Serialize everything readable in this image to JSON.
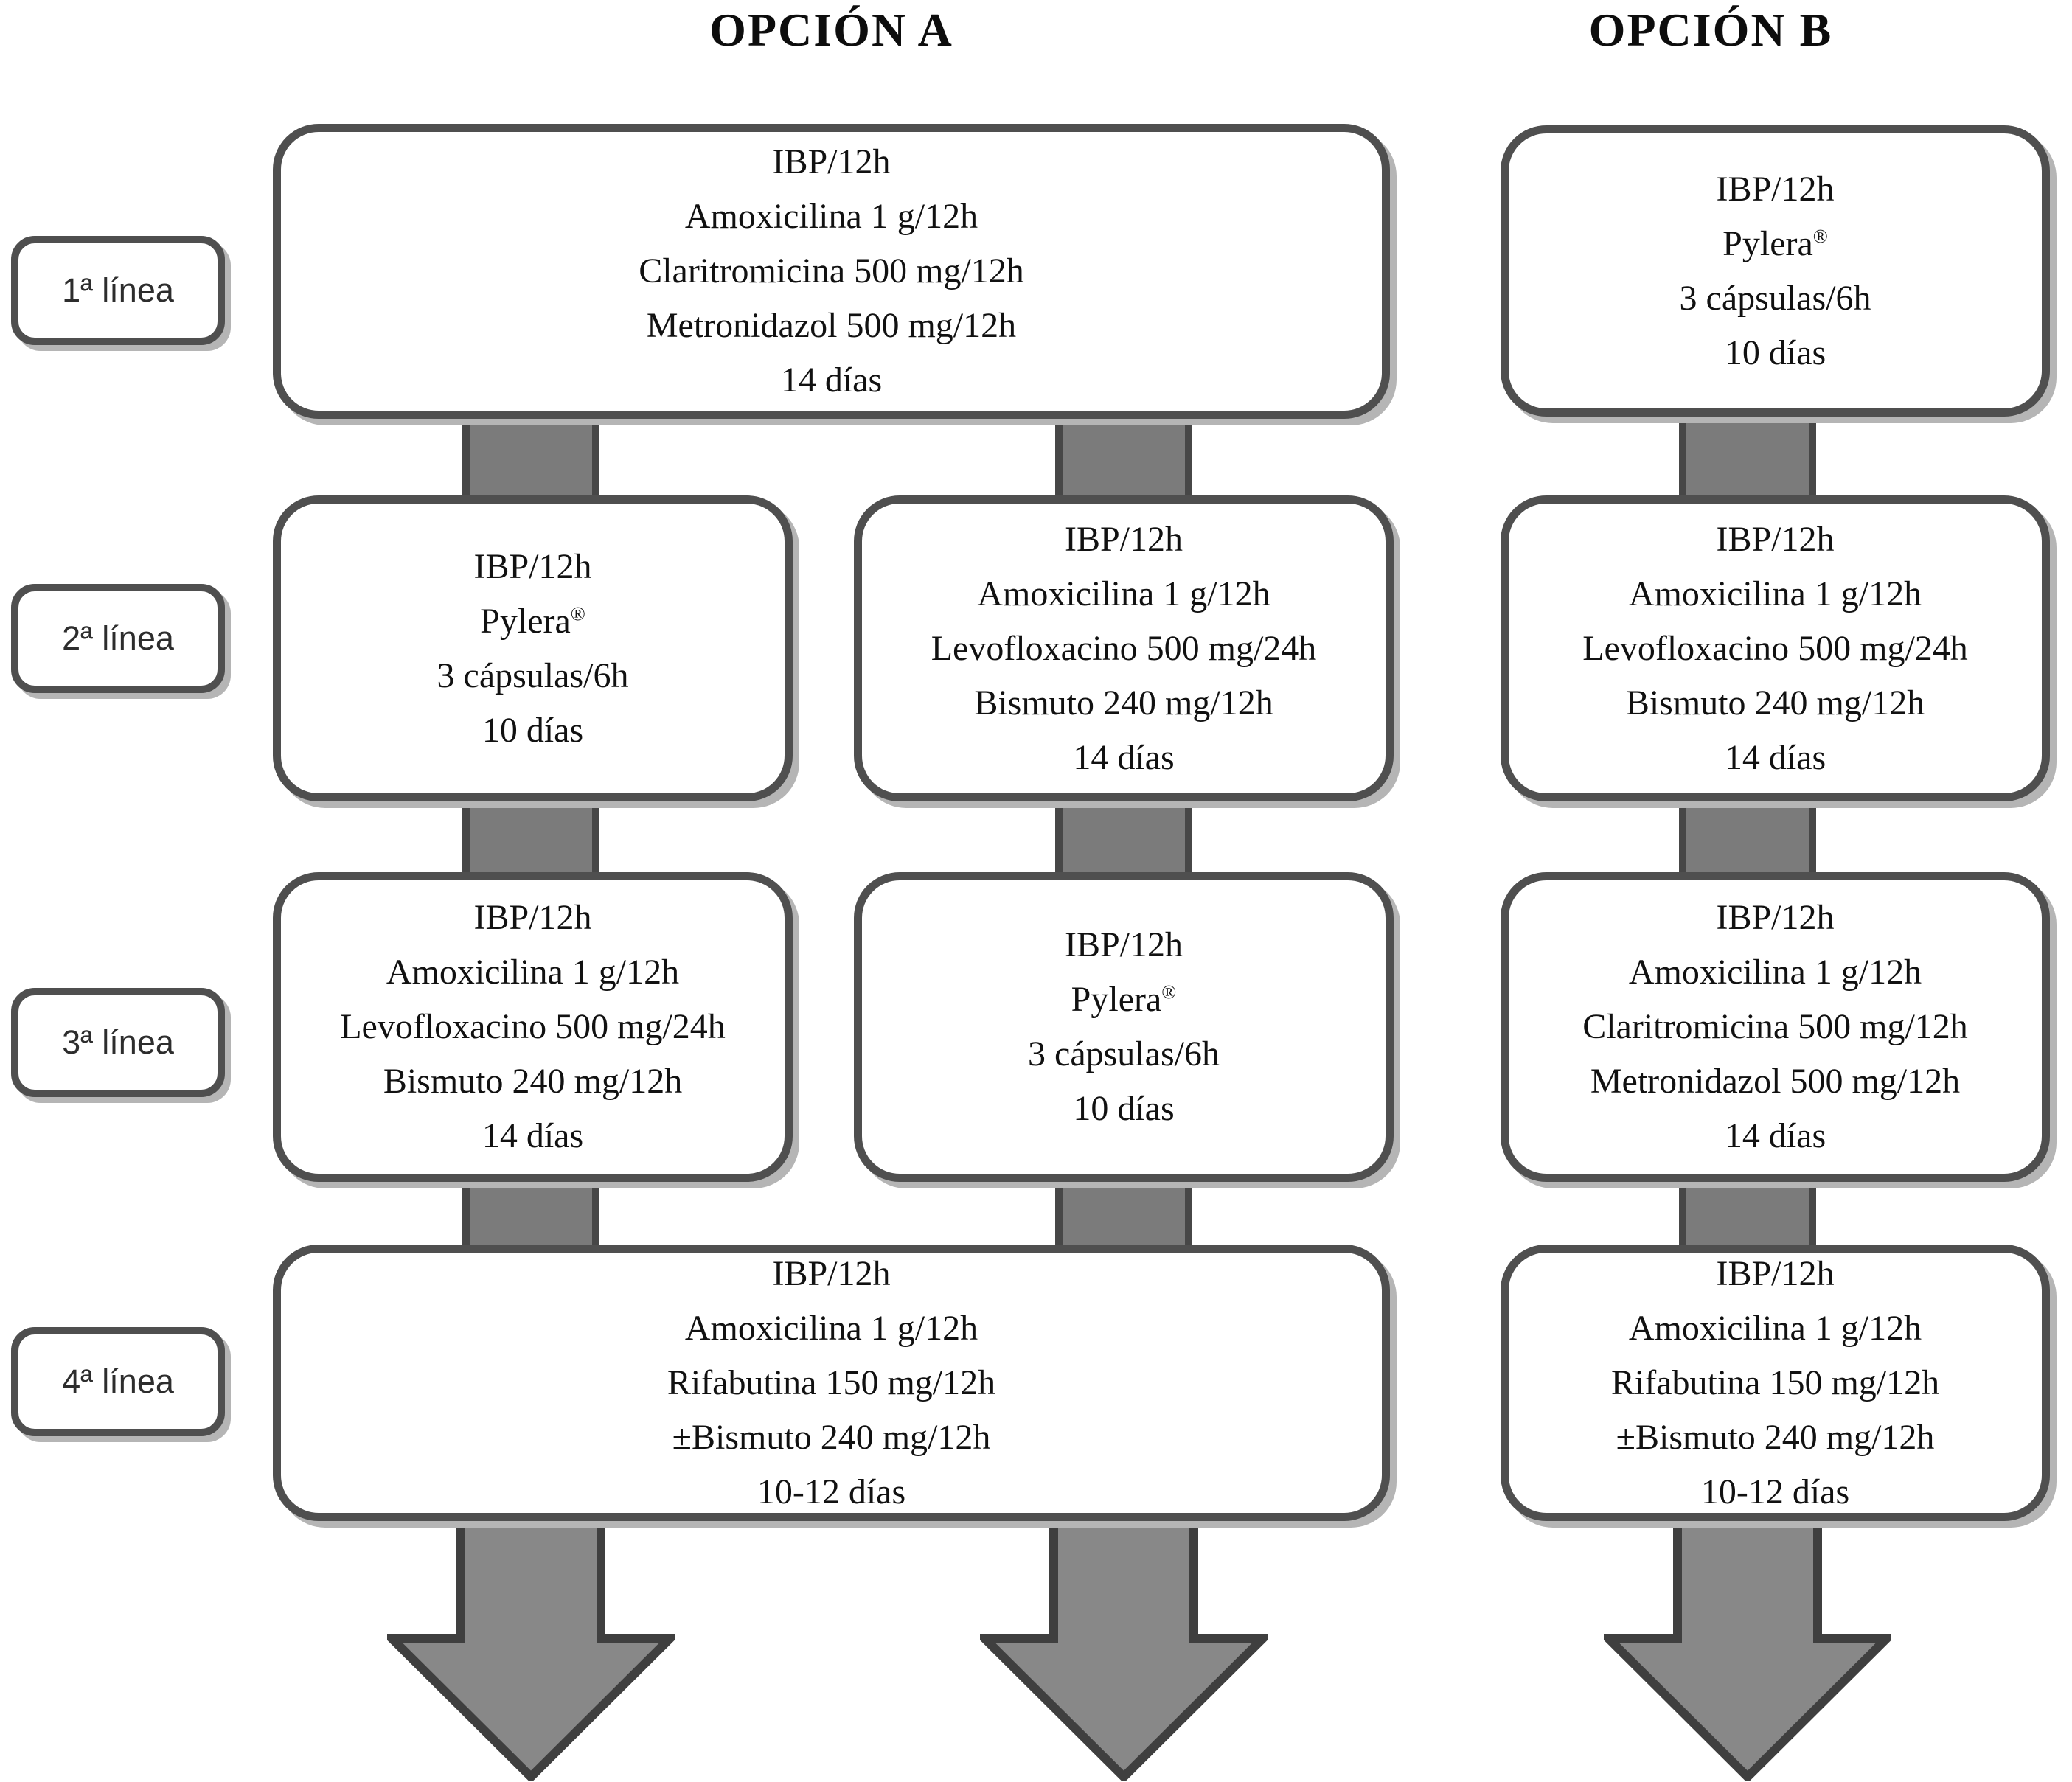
{
  "headers": {
    "option_a": "OPCIÓN A",
    "option_b": "OPCIÓN B"
  },
  "row_labels": [
    "1ª línea",
    "2ª línea",
    "3ª línea",
    "4ª línea"
  ],
  "option_a": {
    "row1": {
      "lines": [
        "IBP/12h",
        "Amoxicilina 1 g/12h",
        "Claritromicina 500 mg/12h",
        "Metronidazol 500 mg/12h",
        "14 días"
      ]
    },
    "row2_left": {
      "lines": [
        "IBP/12h",
        "Pylera®",
        "3 cápsulas/6h",
        "10 días"
      ]
    },
    "row2_center": {
      "lines": [
        "IBP/12h",
        "Amoxicilina 1 g/12h",
        "Levofloxacino 500 mg/24h",
        "Bismuto 240 mg/12h",
        "14 días"
      ]
    },
    "row3_left": {
      "lines": [
        "IBP/12h",
        "Amoxicilina 1 g/12h",
        "Levofloxacino 500 mg/24h",
        "Bismuto 240 mg/12h",
        "14 días"
      ]
    },
    "row3_center": {
      "lines": [
        "IBP/12h",
        "Pylera®",
        "3 cápsulas/6h",
        "10 días"
      ]
    },
    "row4": {
      "lines": [
        "IBP/12h",
        "Amoxicilina 1 g/12h",
        "Rifabutina 150 mg/12h",
        "±Bismuto 240 mg/12h",
        "10-12 días"
      ]
    }
  },
  "option_b": {
    "row1": {
      "lines": [
        "IBP/12h",
        "Pylera®",
        "3 cápsulas/6h",
        "10 días"
      ]
    },
    "row2": {
      "lines": [
        "IBP/12h",
        "Amoxicilina 1 g/12h",
        "Levofloxacino 500 mg/24h",
        "Bismuto 240 mg/12h",
        "14 días"
      ]
    },
    "row3": {
      "lines": [
        "IBP/12h",
        "Amoxicilina 1 g/12h",
        "Claritromicina 500 mg/12h",
        "Metronidazol 500 mg/12h",
        "14 días"
      ]
    },
    "row4": {
      "lines": [
        "IBP/12h",
        "Amoxicilina 1 g/12h",
        "Rifabutina 150 mg/12h",
        "±Bismuto 240 mg/12h",
        "10-12 días"
      ]
    }
  },
  "icons": {
    "flow_arrow_down_icon": "thick gray block arrow pointing down",
    "flow_connector": "vertical gray rectangular bar linking boxes"
  },
  "colors": {
    "box_border": "#4f4f4f",
    "box_fill": "#ffffff",
    "box_shadow": "#b5b5b5",
    "connector_fill": "#7b7b7b",
    "connector_border": "#474747",
    "arrow_fill": "#888888",
    "arrow_border": "#3f3f3f",
    "text": "#111111"
  }
}
